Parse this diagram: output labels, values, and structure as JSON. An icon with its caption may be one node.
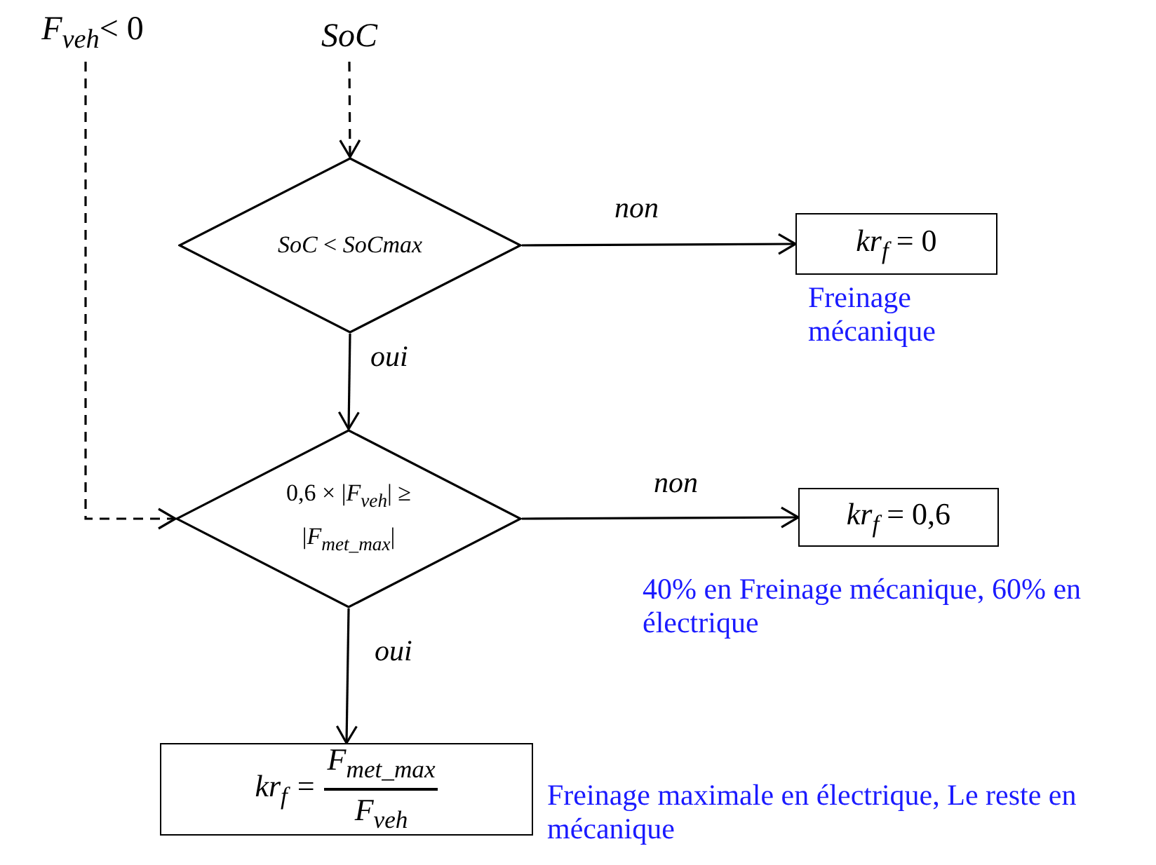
{
  "diagram": {
    "nodes": [
      {
        "text": [
          "*F*$_{veh}$< 0"
        ]
      },
      {
        "text": [
          "SoC"
        ]
      },
      {
        "text": [
          "*SoC* < *SoCmax*"
        ]
      },
      {
        "text": [
          "*kr*$_{f}$ = 0"
        ],
        "beside": [
          "Freinage mécanique"
        ]
      },
      {
        "text": [
          "0,6 × |*F*$_{veh}$| ≥ |*F*$_{met_max}$|"
        ]
      },
      {
        "text": [
          "*kr*$_{f}$ = 0,6"
        ],
        "beside": [
          "40% en Freinage mécanique, 60% en électrique"
        ]
      },
      {
        "text": [
          "*kr*$_{f}$ =",
          "*F*$_{met_max}$",
          "*F*$_{veh}$"
        ],
        "beside": [
          "Freinage maximale en électrique, Le reste en mécanique"
        ]
      }
    ],
    "edges": [
      {
        "from": 1,
        "to": 2,
        "arrow": "to",
        "style": "dashed"
      },
      {
        "from": 0,
        "to": 4,
        "arrow": "to",
        "style": "dashed"
      },
      {
        "from": 2,
        "to": 3,
        "arrow": "to",
        "label": "non"
      },
      {
        "from": 2,
        "to": 4,
        "arrow": "to",
        "label": "oui"
      },
      {
        "from": 4,
        "to": 5,
        "arrow": "to",
        "label": "non"
      },
      {
        "from": 4,
        "to": 6,
        "arrow": "to",
        "label": "oui"
      }
    ]
  }
}
